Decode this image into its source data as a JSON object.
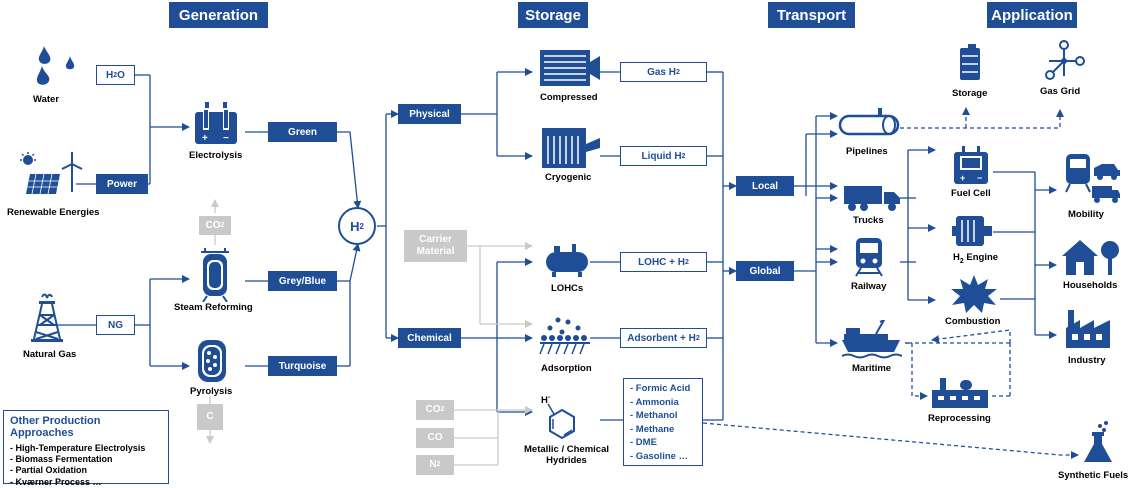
{
  "headers": {
    "generation": "Generation",
    "storage": "Storage",
    "transport": "Transport",
    "application": "Application"
  },
  "sources": {
    "water": "Water",
    "renewables": "Renewable Energies",
    "natural_gas": "Natural Gas"
  },
  "inputs": {
    "h2o": "H",
    "h2o_sub": "2",
    "h2o_end": "O",
    "power": "Power",
    "ng": "NG"
  },
  "processes": {
    "electrolysis": "Electrolysis",
    "steam_reforming": "Steam Reforming",
    "pyrolysis": "Pyrolysis"
  },
  "byproducts": {
    "co2": "CO",
    "co2_sub": "2",
    "c": "C"
  },
  "colors_h2": {
    "green": "Green",
    "grey_blue": "Grey/Blue",
    "turquoise": "Turquoise"
  },
  "hub": {
    "h": "H",
    "sub": "2"
  },
  "storage_types": {
    "physical": "Physical",
    "chemical": "Chemical",
    "carrier_1": "Carrier",
    "carrier_2": "Material"
  },
  "storage_methods": {
    "compressed": "Compressed",
    "cryogenic": "Cryogenic",
    "lohcs": "LOHCs",
    "adsorption": "Adsorption",
    "hydrides_1": "Metallic / Chemical",
    "hydrides_2": "Hydrides",
    "hydride_h": "H",
    "hydride_sup": "-"
  },
  "storage_forms": {
    "gas": "Gas H",
    "gas_sub": "2",
    "liquid": "Liquid H",
    "liquid_sub": "2",
    "lohc": "LOHC + H",
    "lohc_sub": "2",
    "adsorbent": "Adsorbent + H",
    "adsorbent_sub": "2"
  },
  "gas_inputs": {
    "co2": "CO",
    "co2_sub": "2",
    "co": "CO",
    "n2": "N",
    "n2_sub": "2"
  },
  "hydride_products": [
    "- Formic Acid",
    "- Ammonia",
    "- Methanol",
    "- Methane",
    "- DME",
    "- Gasoline  …"
  ],
  "transport_scope": {
    "local": "Local",
    "global": "Global"
  },
  "transport_modes": {
    "pipelines": "Pipelines",
    "trucks": "Trucks",
    "railway": "Railway",
    "maritime": "Maritime",
    "reprocessing": "Reprocessing"
  },
  "conversion": {
    "fuel_cell": "Fuel Cell",
    "h2_engine_h": "H",
    "h2_engine_sub": "2",
    "h2_engine_rest": " Engine",
    "combustion": "Combustion"
  },
  "applications": {
    "storage": "Storage",
    "gas_grid": "Gas Grid",
    "mobility": "Mobility",
    "households": "Households",
    "industry": "Industry",
    "synthetic_fuels": "Synthetic Fuels"
  },
  "other_approaches": {
    "title": "Other Production Approaches",
    "items": [
      "-   High-Temperature Electrolysis",
      "-   Biomass Fermentation",
      "-   Partial Oxidation",
      "-   Kværner Process  …"
    ]
  },
  "colors": {
    "primary": "#1f4e96",
    "grey": "#c9c9c9"
  }
}
